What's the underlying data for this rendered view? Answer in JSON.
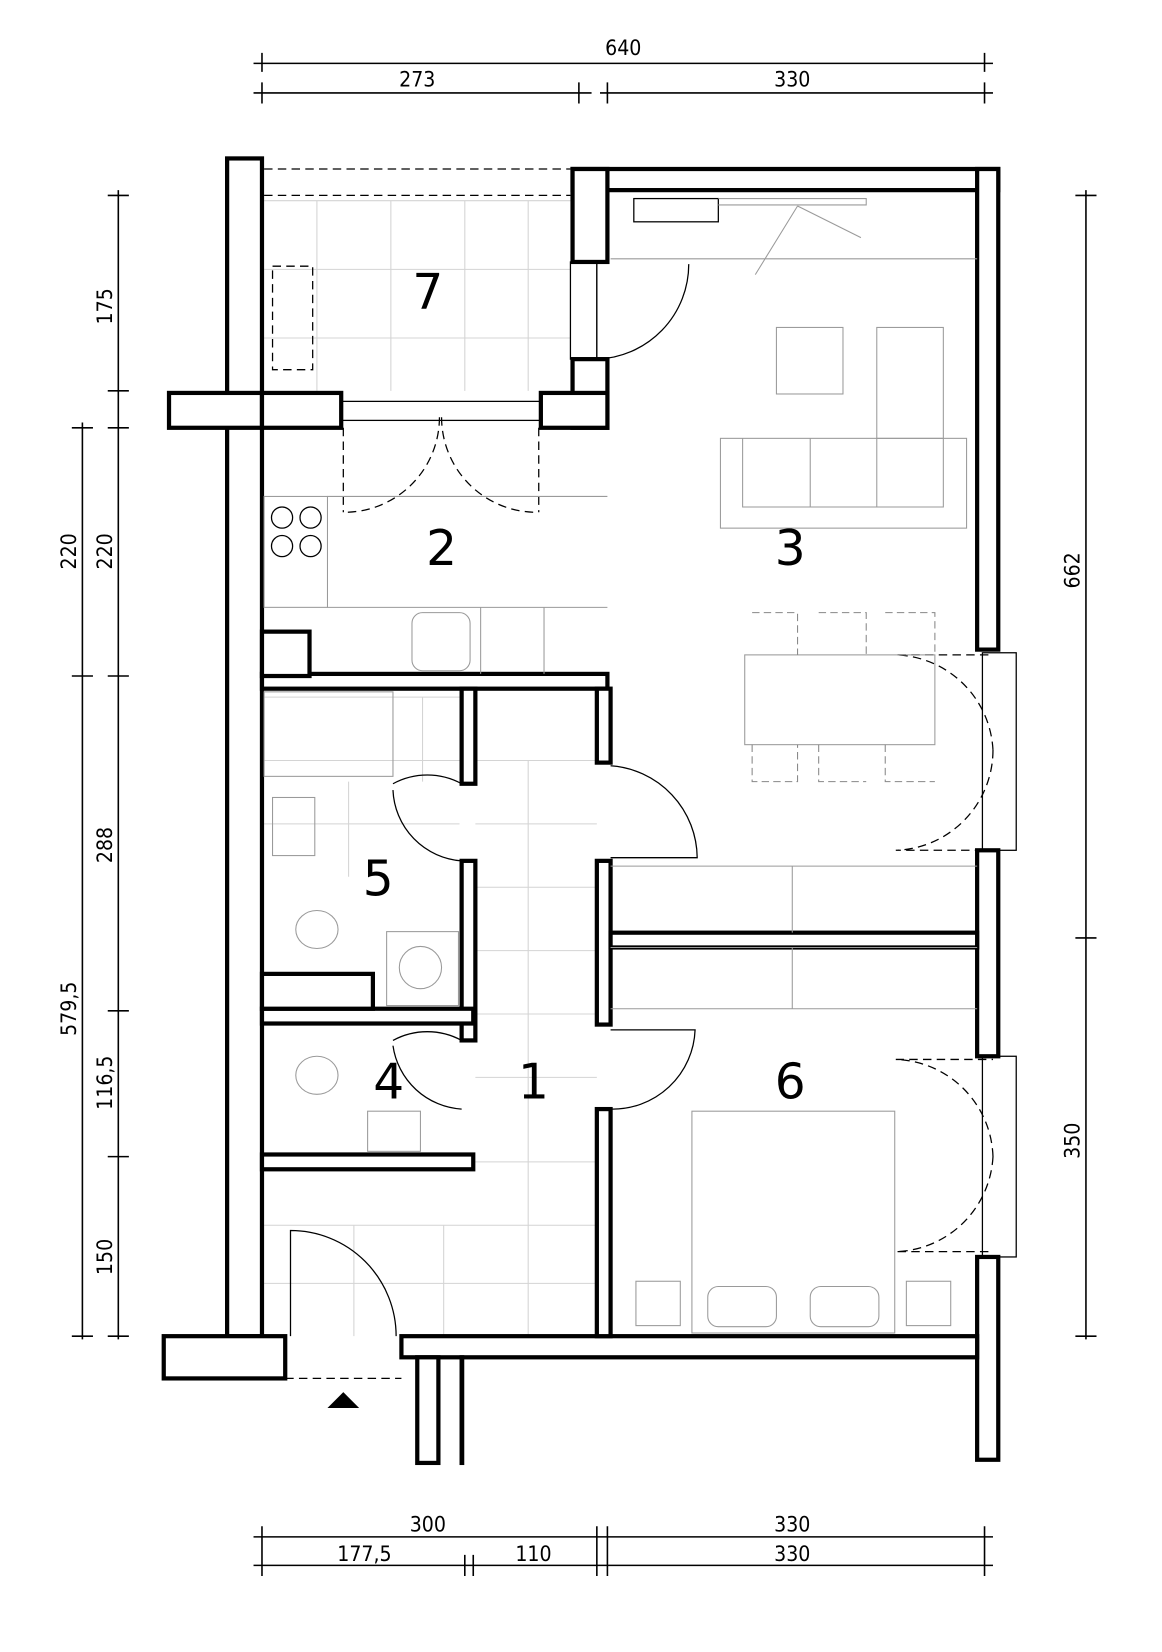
{
  "rooms": [
    {
      "number": "1"
    },
    {
      "number": "2"
    },
    {
      "number": "3"
    },
    {
      "number": "4"
    },
    {
      "number": "5"
    },
    {
      "number": "6"
    },
    {
      "number": "7"
    }
  ],
  "dimensions": {
    "top_total": "640",
    "top_left": "273",
    "top_right": "330",
    "bottom_row1_left": "300",
    "bottom_row1_right": "330",
    "bottom_row2_a": "177,5",
    "bottom_row2_b": "110",
    "bottom_row2_c": "330",
    "left_outer_a": "220",
    "left_outer_b": "579,5",
    "left_inner_a": "175",
    "left_inner_b": "220",
    "left_inner_c": "288",
    "left_inner_d": "116,5",
    "left_inner_e": "150",
    "right_a": "662",
    "right_b": "350"
  }
}
